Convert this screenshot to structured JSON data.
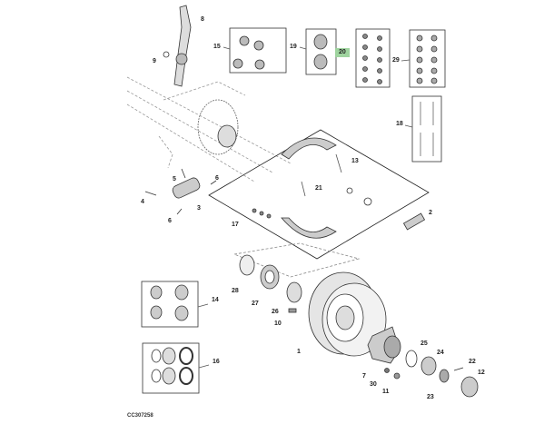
{
  "diagram_code": "CC307258",
  "highlight_color": "#9fd49f",
  "callouts": [
    {
      "id": "c8",
      "text": "8"
    },
    {
      "id": "c9",
      "text": "9"
    },
    {
      "id": "c15",
      "text": "15"
    },
    {
      "id": "c19",
      "text": "19"
    },
    {
      "id": "c20",
      "text": "20",
      "highlighted": true
    },
    {
      "id": "c29",
      "text": "29"
    },
    {
      "id": "c18",
      "text": "18"
    },
    {
      "id": "c13",
      "text": "13"
    },
    {
      "id": "c21",
      "text": "21"
    },
    {
      "id": "c5",
      "text": "5"
    },
    {
      "id": "c6a",
      "text": "6"
    },
    {
      "id": "c4",
      "text": "4"
    },
    {
      "id": "c3",
      "text": "3"
    },
    {
      "id": "c6b",
      "text": "6"
    },
    {
      "id": "c17",
      "text": "17"
    },
    {
      "id": "c2",
      "text": "2"
    },
    {
      "id": "c28",
      "text": "28"
    },
    {
      "id": "c27",
      "text": "27"
    },
    {
      "id": "c26",
      "text": "26"
    },
    {
      "id": "c10",
      "text": "10"
    },
    {
      "id": "c14",
      "text": "14"
    },
    {
      "id": "c1",
      "text": "1"
    },
    {
      "id": "c16",
      "text": "16"
    },
    {
      "id": "c7",
      "text": "7"
    },
    {
      "id": "c30",
      "text": "30"
    },
    {
      "id": "c11",
      "text": "11"
    },
    {
      "id": "c25",
      "text": "25"
    },
    {
      "id": "c24",
      "text": "24"
    },
    {
      "id": "c22",
      "text": "22"
    },
    {
      "id": "c12",
      "text": "12"
    },
    {
      "id": "c23",
      "text": "23"
    }
  ]
}
